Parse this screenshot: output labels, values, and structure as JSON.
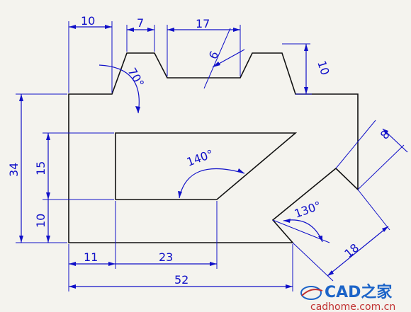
{
  "drawing": {
    "stroke_color": "#111111",
    "dimension_color": "#1010c8",
    "background": "#f4f3ee",
    "dimensions": {
      "top_left_width": "10",
      "slot_left_width": "7",
      "slot_top_width": "17",
      "slot_depth": "6",
      "right_slot_depth": "10",
      "chamfer_width": "8",
      "angle_left": "70°",
      "angle_cutout": "140°",
      "angle_bottom": "130°",
      "overall_height": "34",
      "cutout_height": "15",
      "bottom_offset": "10",
      "bottom_left": "11",
      "cutout_width": "23",
      "overall_width": "52",
      "slanted_length": "18"
    }
  },
  "watermark": {
    "brand": "CAD之家",
    "url": "cadhome.com.cn"
  }
}
